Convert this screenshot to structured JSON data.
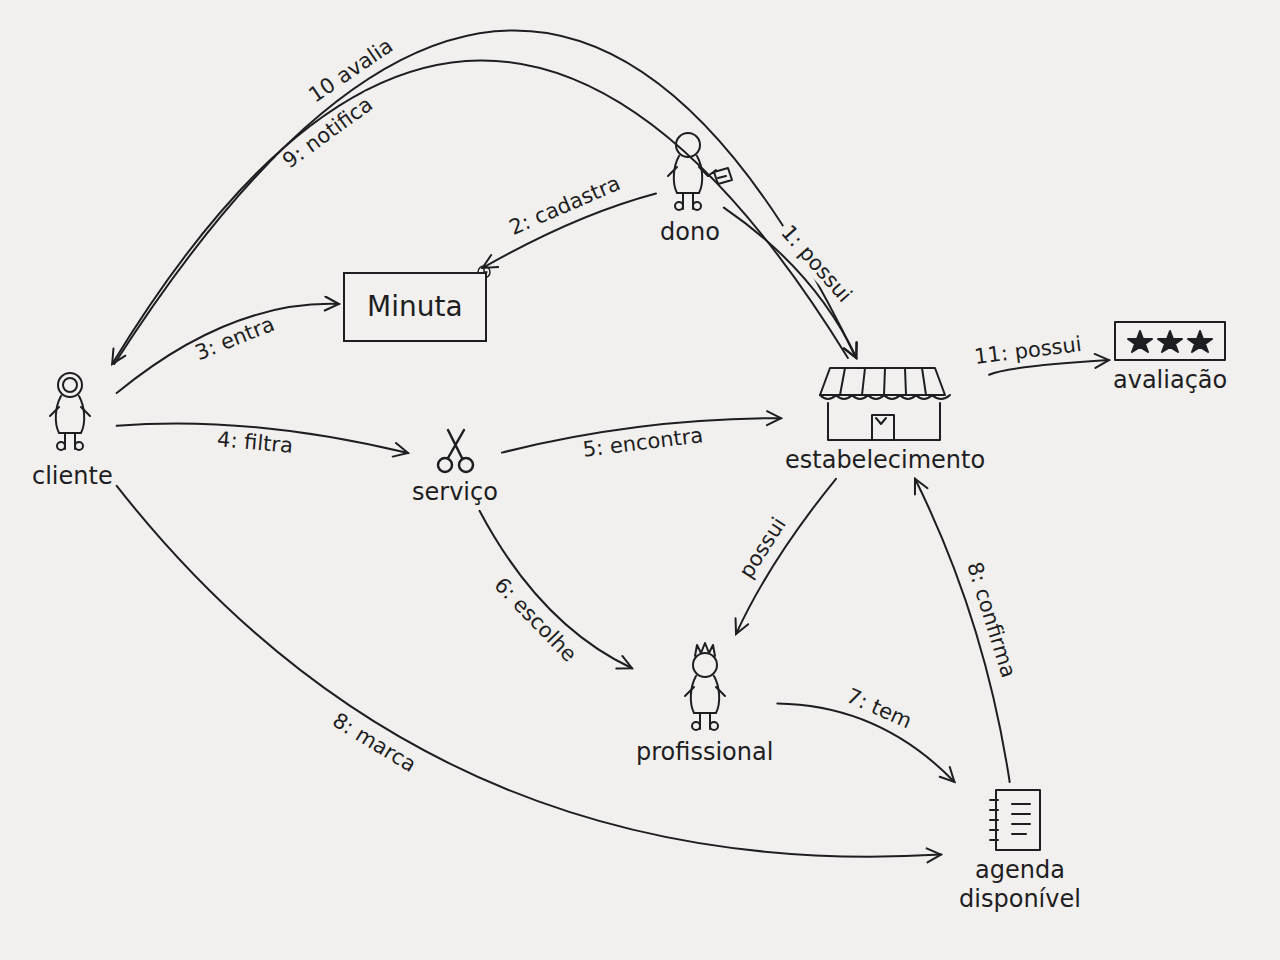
{
  "diagram": {
    "nodes": [
      {
        "text": [
          "dono"
        ]
      },
      {
        "text": [
          "Minuta"
        ]
      },
      {
        "text": [
          "cliente"
        ]
      },
      {
        "text": [
          "serviço"
        ]
      },
      {
        "text": [
          "estabelecimento"
        ]
      },
      {
        "text": [
          "avaliação"
        ]
      },
      {
        "text": [
          "profissional"
        ]
      },
      {
        "text": [
          "agenda disponível"
        ]
      }
    ],
    "edges": [
      {
        "from": 0,
        "to": 4,
        "label": "1: possui",
        "arrow": "to"
      },
      {
        "from": 0,
        "to": 1,
        "label": "2: cadastra",
        "arrow": "to"
      },
      {
        "from": 2,
        "to": 1,
        "label": "3: entra",
        "arrow": "to"
      },
      {
        "from": 2,
        "to": 3,
        "label": "4: filtra",
        "arrow": "to"
      },
      {
        "from": 3,
        "to": 4,
        "label": "5: encontra",
        "arrow": "to"
      },
      {
        "from": 3,
        "to": 6,
        "label": "6: escolhe",
        "arrow": "to"
      },
      {
        "from": 6,
        "to": 7,
        "label": "7: tem",
        "arrow": "to"
      },
      {
        "from": 2,
        "to": 7,
        "label": "8: marca",
        "arrow": "to"
      },
      {
        "from": 7,
        "to": 4,
        "label": "8: confirma",
        "arrow": "to"
      },
      {
        "from": 4,
        "to": 2,
        "label": "9: notifica",
        "arrow": "to"
      },
      {
        "from": 2,
        "to": 4,
        "label": "10 avalia",
        "arrow": "to"
      },
      {
        "from": 4,
        "to": 5,
        "label": "11: possui",
        "arrow": "to"
      },
      {
        "from": 4,
        "to": 6,
        "label": "possui",
        "arrow": "to"
      }
    ]
  }
}
